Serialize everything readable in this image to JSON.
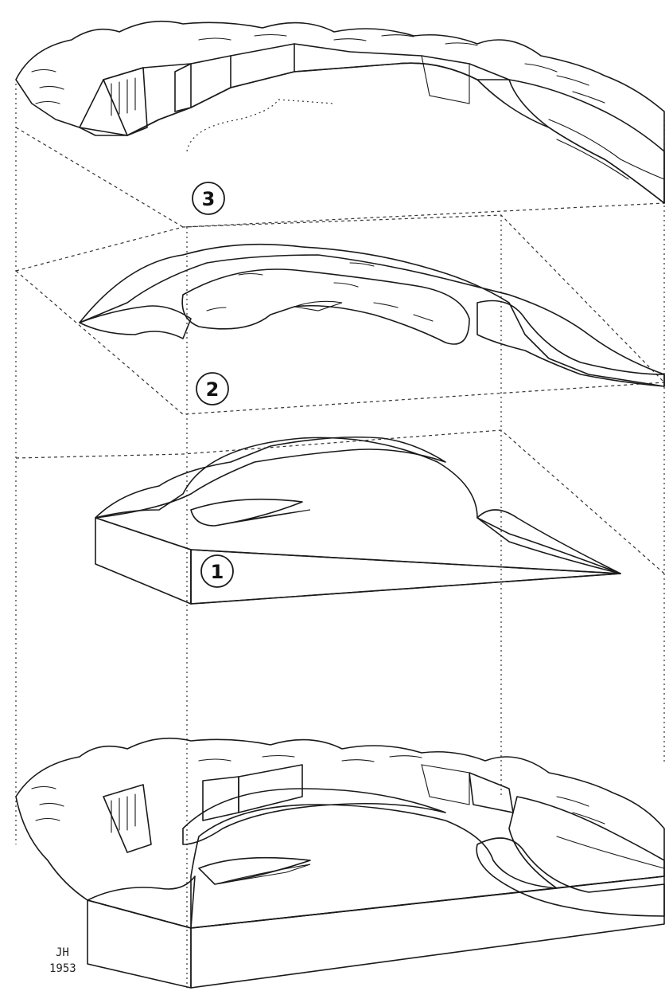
{
  "stages": [
    {
      "id": "stage-3",
      "label": "3"
    },
    {
      "id": "stage-2",
      "label": "2"
    },
    {
      "id": "stage-1",
      "label": "1"
    }
  ],
  "signature": {
    "initials": "JH",
    "year": "1953"
  },
  "colors": {
    "ink": "#1a1a1a",
    "shade_light": "#d9d9d9",
    "shade_mid": "#bdbdbd",
    "shade_dark": "#3a3a3a",
    "paper": "#ffffff"
  }
}
